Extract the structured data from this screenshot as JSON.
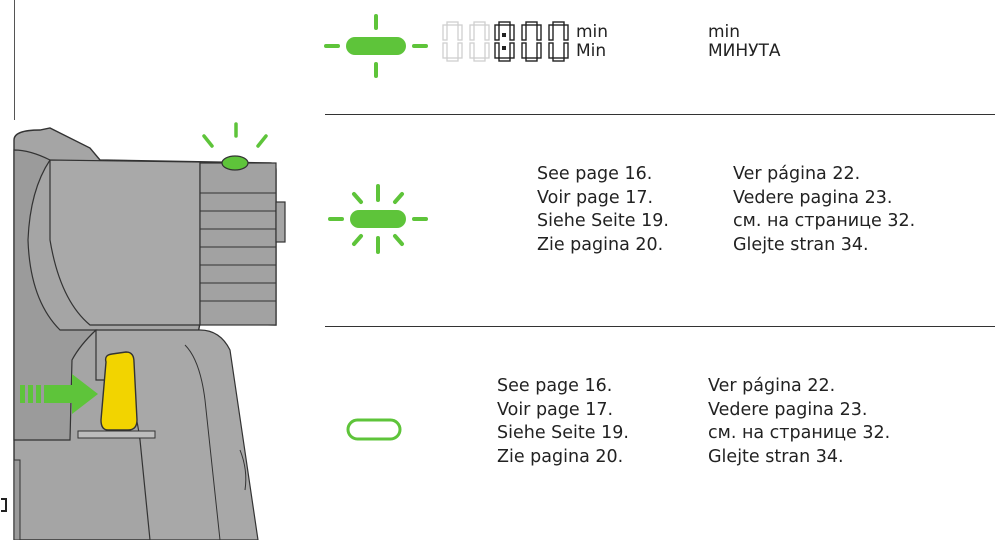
{
  "display": {
    "time": "00:00",
    "unit_lines": [
      "min",
      "Min"
    ],
    "unit_lines_right": [
      "min",
      "МИНУТА"
    ]
  },
  "section_flashing": {
    "refs_left": [
      "See page 16.",
      "Voir page 17.",
      "Siehe Seite 19.",
      "Zie pagina 20."
    ],
    "refs_right": [
      "Ver página 22.",
      "Vedere pagina 23.",
      "см. на странице 32.",
      "Glejte stran 34."
    ]
  },
  "section_off": {
    "refs_left": [
      "See page 16.",
      "Voir page 17.",
      "Siehe Seite 19.",
      "Zie pagina 20."
    ],
    "refs_right": [
      "Ver página 22.",
      "Vedere pagina 23.",
      "см. на странице 32.",
      "Glejte stran 34."
    ]
  },
  "colors": {
    "led_green": "#5ec43a",
    "trigger_yellow": "#f2d400",
    "body_gray": "#a5a5a5",
    "outline": "#333333"
  },
  "icons": [
    "blinking-led-icon",
    "seven-segment-display",
    "flashing-led-icon",
    "off-led-icon",
    "device-illustration",
    "press-arrow-icon"
  ]
}
